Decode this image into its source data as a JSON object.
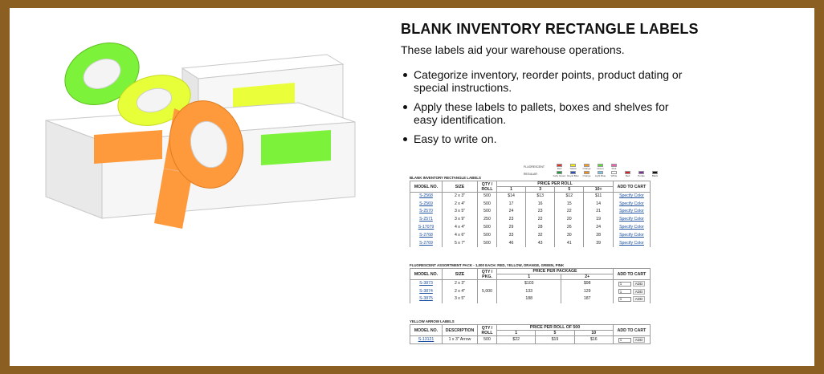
{
  "headline": "BLANK INVENTORY RECTANGLE LABELS",
  "lead": "These labels aid your warehouse operations.",
  "bullets": [
    "Categorize inventory, reorder points, product dating or special instructions.",
    "Apply these labels to pallets, boxes and shelves for easy identification.",
    "Easy to write on."
  ],
  "colors": {
    "frame": "#8b5e22",
    "link": "#1a4fa0",
    "fluor_green": "#7cf23a",
    "fluor_yellow": "#eaff3a",
    "fluor_orange": "#ff9a3c"
  },
  "color_key": {
    "fluorescent": {
      "label": "FLUORESCENT",
      "swatches": [
        {
          "name": "Red",
          "color": "#e8302a"
        },
        {
          "name": "Yellow",
          "color": "#f6f000"
        },
        {
          "name": "Orange",
          "color": "#f79a1e"
        },
        {
          "name": "Green",
          "color": "#5fe03a"
        },
        {
          "name": "Pink",
          "color": "#f25fb2"
        }
      ]
    },
    "regular": {
      "label": "REGULAR",
      "swatches": [
        {
          "name": "Kelly Green",
          "color": "#1f9a3a"
        },
        {
          "name": "Royal Blue",
          "color": "#2b4fc0"
        },
        {
          "name": "Orange",
          "color": "#f38b1c"
        },
        {
          "name": "Light Blue",
          "color": "#7cc3ea"
        },
        {
          "name": "White",
          "color": "#ffffff"
        },
        {
          "name": "Red",
          "color": "#d11f2b"
        },
        {
          "name": "Purple",
          "color": "#7b2d9a"
        },
        {
          "name": "Black",
          "color": "#111111"
        }
      ]
    }
  },
  "table1": {
    "title": "BLANK INVENTORY RECTANGLE LABELS",
    "headers": {
      "model": "MODEL NO.",
      "size": "SIZE",
      "qty": "QTY / ROLL",
      "price": "PRICE PER ROLL",
      "cart": "ADD TO CART"
    },
    "tiers": [
      "1",
      "3",
      "5",
      "10+"
    ],
    "rows": [
      {
        "model": "S-2568",
        "size": "2 x 3\"",
        "qty": "500",
        "p": [
          "$14",
          "$13",
          "$12",
          "$11"
        ],
        "cart": "Specify Color"
      },
      {
        "model": "S-2569",
        "size": "2 x 4\"",
        "qty": "500",
        "p": [
          "17",
          "16",
          "15",
          "14"
        ],
        "cart": "Specify Color"
      },
      {
        "model": "S-2570",
        "size": "3 x 5\"",
        "qty": "500",
        "p": [
          "24",
          "23",
          "22",
          "21"
        ],
        "cart": "Specify Color"
      },
      {
        "model": "S-2571",
        "size": "3 x 9\"",
        "qty": "250",
        "p": [
          "23",
          "22",
          "20",
          "19"
        ],
        "cart": "Specify Color"
      },
      {
        "model": "S-17079",
        "size": "4 x 4\"",
        "qty": "500",
        "p": [
          "29",
          "28",
          "26",
          "24"
        ],
        "cart": "Specify Color"
      },
      {
        "model": "S-2768",
        "size": "4 x 6\"",
        "qty": "500",
        "p": [
          "33",
          "32",
          "30",
          "28"
        ],
        "cart": "Specify Color"
      },
      {
        "model": "S-2769",
        "size": "5 x 7\"",
        "qty": "500",
        "p": [
          "46",
          "43",
          "41",
          "39"
        ],
        "cart": "Specify Color"
      }
    ]
  },
  "table2": {
    "title": "FLUORESCENT ASSORTMENT PACK - 1,000 each: Red, Yellow, Orange, Green, Pink",
    "headers": {
      "model": "MODEL NO.",
      "size": "SIZE",
      "qty": "QTY / PKG.",
      "price": "PRICE PER PACKAGE",
      "cart": "ADD TO CART"
    },
    "tiers": [
      "1",
      "2+"
    ],
    "qty_shared": "5,000",
    "rows": [
      {
        "model": "S-3873",
        "size": "2 x 3\"",
        "p": [
          "$103",
          "$98"
        ],
        "qty_input": "1",
        "add": "ADD"
      },
      {
        "model": "S-3874",
        "size": "2 x 4\"",
        "p": [
          "133",
          "129"
        ],
        "qty_input": "1",
        "add": "ADD"
      },
      {
        "model": "S-3875",
        "size": "3 x 5\"",
        "p": [
          "188",
          "187"
        ],
        "qty_input": "1",
        "add": "ADD"
      }
    ]
  },
  "table3": {
    "title": "YELLOW ARROW LABELS",
    "headers": {
      "model": "MODEL NO.",
      "desc": "DESCRIPTION",
      "qty": "QTY / ROLL",
      "price": "PRICE PER ROLL OF 500",
      "cart": "ADD TO CART"
    },
    "tiers": [
      "1",
      "5",
      "10"
    ],
    "rows": [
      {
        "model": "S-13121",
        "desc": "1 x 3\" Arrow",
        "qty": "500",
        "p": [
          "$22",
          "$19",
          "$16"
        ],
        "qty_input": "1",
        "add": "ADD"
      }
    ]
  }
}
